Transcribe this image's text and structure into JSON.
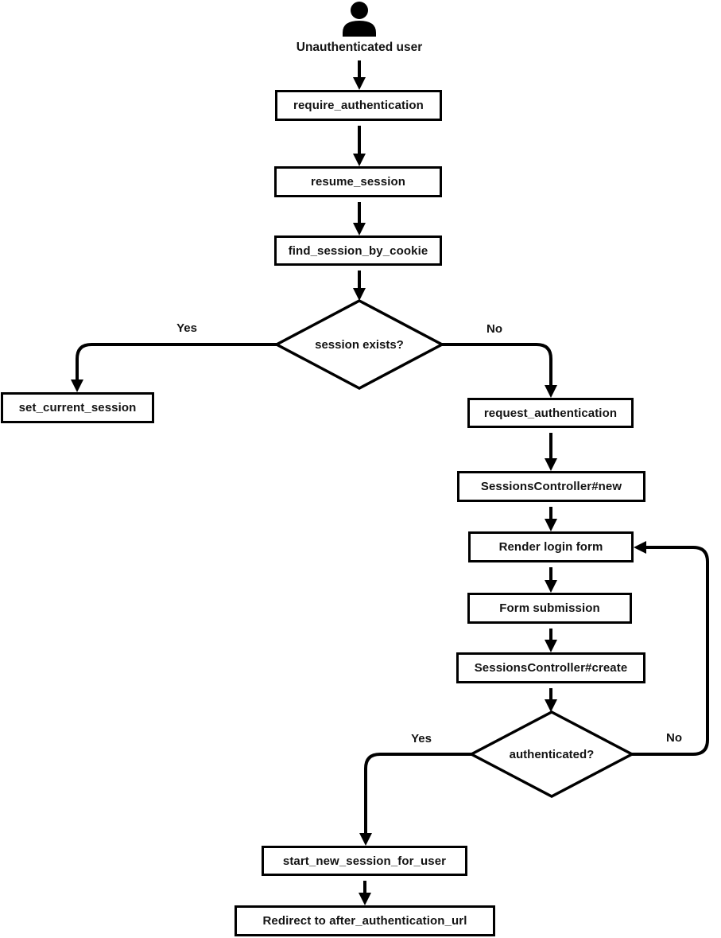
{
  "flowchart": {
    "actor": {
      "label": "Unauthenticated user",
      "icon": "person-icon"
    },
    "nodes": [
      {
        "id": "require-authentication",
        "label": "require_authentication"
      },
      {
        "id": "resume-session",
        "label": "resume_session"
      },
      {
        "id": "find-session-by-cookie",
        "label": "find_session_by_cookie"
      },
      {
        "id": "set-current-session",
        "label": "set_current_session"
      },
      {
        "id": "request-authentication",
        "label": "request_authentication"
      },
      {
        "id": "sessions-controller-new",
        "label": "SessionsController#new"
      },
      {
        "id": "render-login-form",
        "label": "Render login form"
      },
      {
        "id": "form-submission",
        "label": "Form submission"
      },
      {
        "id": "sessions-controller-create",
        "label": "SessionsController#create"
      },
      {
        "id": "start-new-session-for-user",
        "label": "start_new_session_for_user"
      },
      {
        "id": "redirect-after-auth",
        "label": "Redirect to after_authentication_url"
      }
    ],
    "decisions": [
      {
        "id": "session-exists",
        "label": "session exists?"
      },
      {
        "id": "authenticated",
        "label": "authenticated?"
      }
    ],
    "edge_labels": [
      {
        "id": "session-exists-yes",
        "label": "Yes"
      },
      {
        "id": "session-exists-no",
        "label": "No"
      },
      {
        "id": "authenticated-yes",
        "label": "Yes"
      },
      {
        "id": "authenticated-no",
        "label": "No"
      }
    ],
    "colors": {
      "line": "#000000",
      "text": "#131313",
      "node_fill": "#ffffff",
      "background": "#ffffff"
    }
  }
}
